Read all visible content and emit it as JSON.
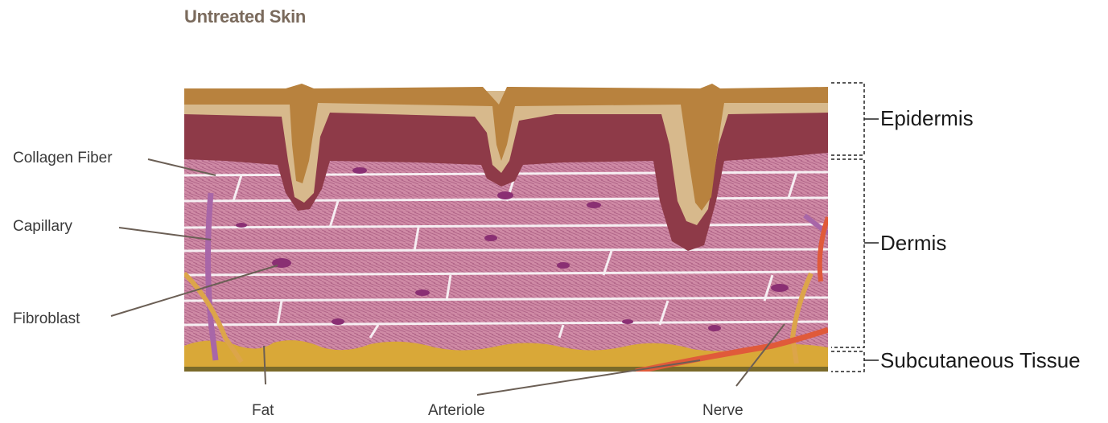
{
  "title": "Untreated Skin",
  "labels": {
    "collagen_fiber": "Collagen Fiber",
    "capillary": "Capillary",
    "fibroblast": "Fibroblast",
    "fat": "Fat",
    "arteriole": "Arteriole",
    "nerve": "Nerve"
  },
  "layers": {
    "epidermis": "Epidermis",
    "dermis": "Dermis",
    "subcutaneous": "Subcutaneous Tissue"
  },
  "colors": {
    "title": "#7a6a5c",
    "surface": "#b8823e",
    "epidermis_inner": "#8e3a48",
    "dermis": "#c77f9a",
    "fat": "#d9a838",
    "arteriole": "#e05a3a",
    "capillary": "#a866a8",
    "nerve": "#dca54a"
  }
}
